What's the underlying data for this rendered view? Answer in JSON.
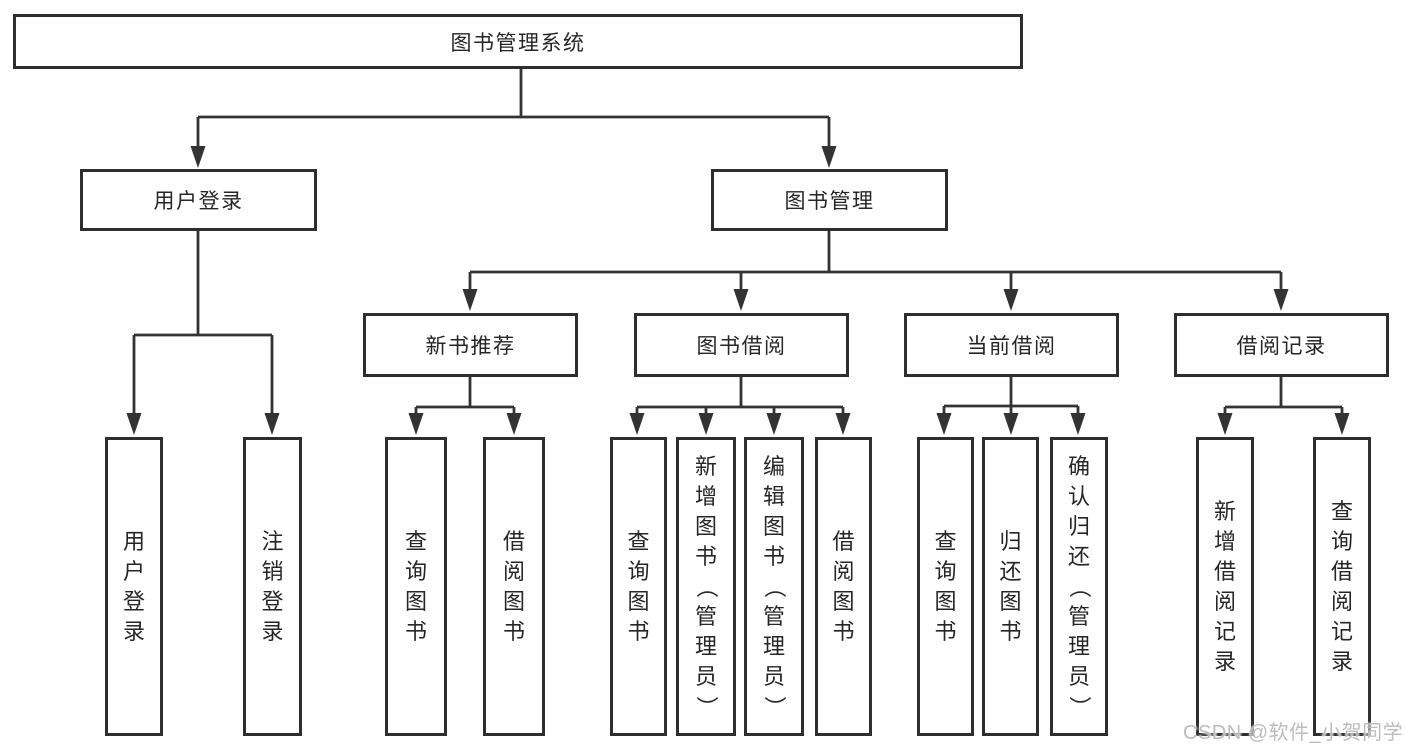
{
  "tree": {
    "root": {
      "label": "图书管理系统",
      "children": [
        {
          "label": "用户登录",
          "children": [
            {
              "label": "用户登录"
            },
            {
              "label": "注销登录"
            }
          ]
        },
        {
          "label": "图书管理",
          "children": [
            {
              "label": "新书推荐",
              "children": [
                {
                  "label": "查询图书"
                },
                {
                  "label": "借阅图书"
                }
              ]
            },
            {
              "label": "图书借阅",
              "children": [
                {
                  "label": "查询图书"
                },
                {
                  "label": "新增图书（管理员）"
                },
                {
                  "label": "编辑图书（管理员）"
                },
                {
                  "label": "借阅图书"
                }
              ]
            },
            {
              "label": "当前借阅",
              "children": [
                {
                  "label": "查询图书"
                },
                {
                  "label": "归还图书"
                },
                {
                  "label": "确认归还（管理员）"
                }
              ]
            },
            {
              "label": "借阅记录",
              "children": [
                {
                  "label": "新增借阅记录"
                },
                {
                  "label": "查询借阅记录"
                }
              ]
            }
          ]
        }
      ]
    }
  },
  "watermark": {
    "text": "CSDN @软件_小贺同学"
  },
  "colors": {
    "background": "#ffffff",
    "box_fill": "#ffffff",
    "box_border": "#2e2e2e",
    "line": "#333333",
    "text": "#262626",
    "watermark": "#b9b9b9"
  }
}
